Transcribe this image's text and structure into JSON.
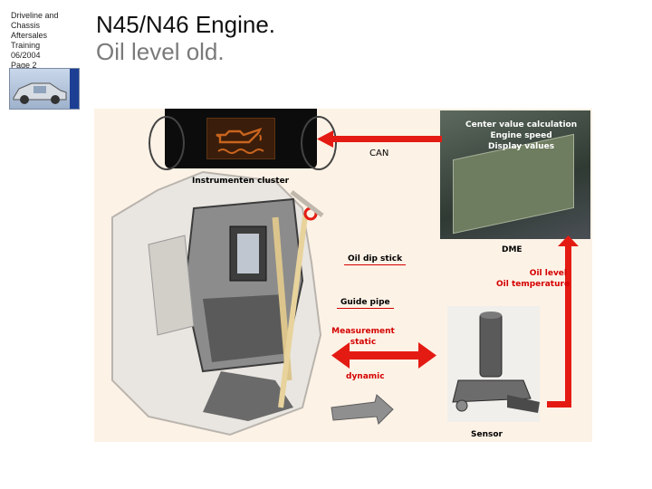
{
  "header": {
    "meta_lines": [
      "Driveline and",
      "Chassis",
      "Aftersales",
      "Training",
      "06/2004",
      "Page 2"
    ],
    "title": "N45/N46 Engine.",
    "subtitle": "Oil level old."
  },
  "diagram": {
    "dme_caption_lines": [
      "Center value calculation",
      "Engine speed",
      "Display values"
    ],
    "can_label": "CAN",
    "cluster_label": "Instrumenten cluster",
    "dme_label": "DME",
    "dipstick_label": "Oil dip stick",
    "oil_lines": [
      "Oil level",
      "Oil temperature"
    ],
    "guide_pipe_label": "Guide pipe",
    "measurement_lines": [
      "Measurement",
      "static"
    ],
    "dynamic_label": "dynamic",
    "sensor_label": "Sensor"
  },
  "colors": {
    "accent_red": "#e41b13",
    "label_red": "#d40000",
    "warning_orange": "#c8641e"
  },
  "icons": [
    "oil-can-warning-icon",
    "car-thumbnail-icon",
    "dme-control-unit-image",
    "engine-cutaway-image",
    "oil-level-sensor-image"
  ]
}
